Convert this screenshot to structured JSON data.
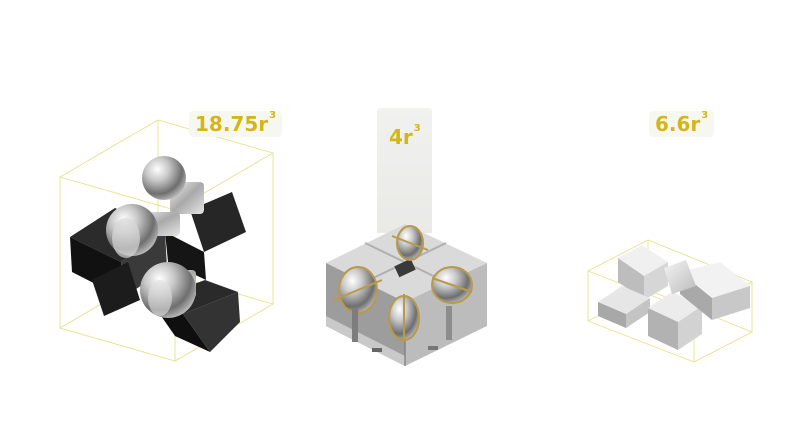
{
  "colors": {
    "accent": "#d4b51a",
    "wire": "#e3e38c"
  },
  "items": [
    {
      "value": "18.75r",
      "exp": "3"
    },
    {
      "value": "4r",
      "exp": "3"
    },
    {
      "value": "6.6r",
      "exp": "3"
    }
  ]
}
